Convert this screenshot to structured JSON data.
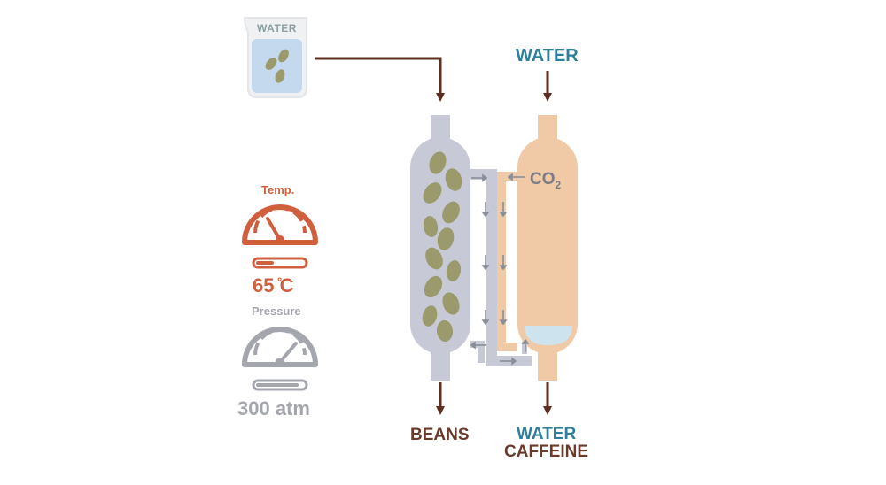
{
  "beaker": {
    "label": "WATER"
  },
  "inputs": {
    "water_label": "WATER"
  },
  "gauges": {
    "temperature": {
      "title": "Temp.",
      "value_text": "65 ̊C"
    },
    "pressure": {
      "title": "Pressure",
      "value_text": "300 atm"
    }
  },
  "extractor": {
    "gas_label": "CO",
    "gas_subscript": "2"
  },
  "outputs": {
    "beans_label": "BEANS",
    "water_label": "WATER",
    "caffeine_label": "CAFFEINE"
  },
  "colors": {
    "arrow_brown": "#5e2f21",
    "water_blue": "#2e7f9b",
    "temp_orange": "#d0603d",
    "pressure_gray": "#a4a6ad",
    "column_gray": "#c7cad6",
    "column_peach": "#f0caa6",
    "bean_green": "#9a9a6c",
    "beaker_water": "#c4d8ee"
  },
  "icons": [
    "beaker-icon",
    "coffee-bean-icon",
    "thermometer-gauge-icon",
    "pressure-gauge-icon",
    "flow-arrow-icon"
  ]
}
